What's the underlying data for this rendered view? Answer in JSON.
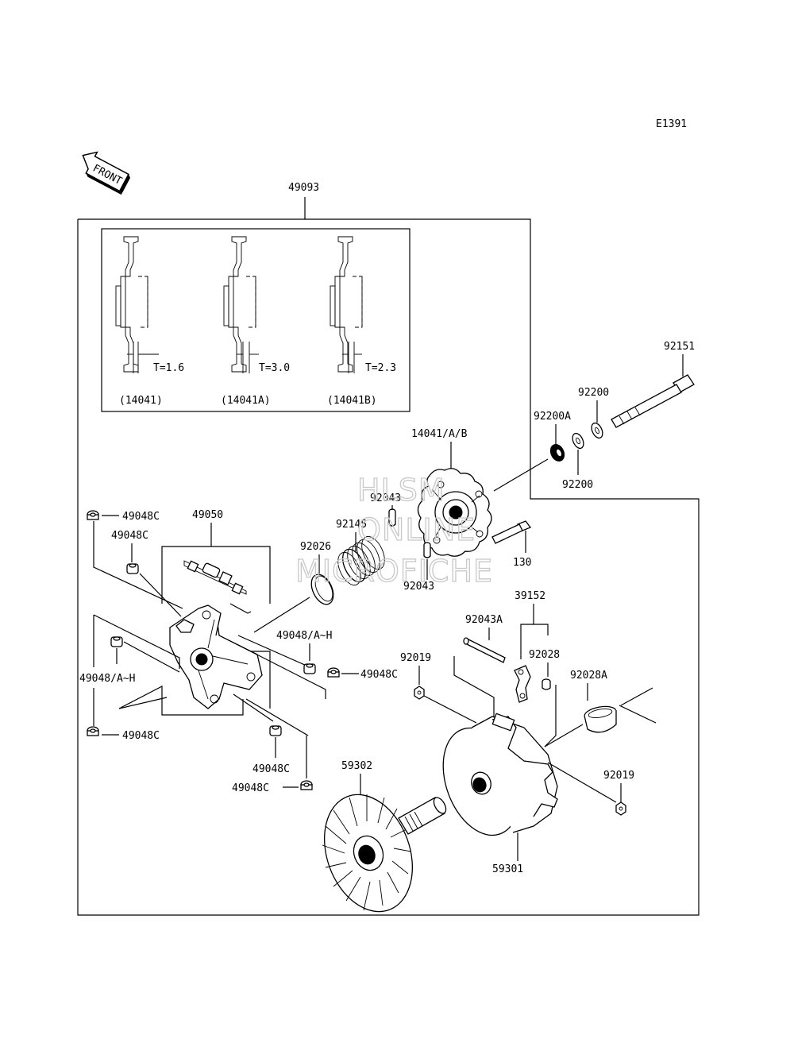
{
  "diagram_code": "E1391",
  "front_label": "FRONT",
  "watermark": [
    "HLSM",
    "ONLINE",
    "MICROFICHE"
  ],
  "shim_inset": {
    "shims": [
      {
        "thickness": "T=1.6",
        "part": "(14041)"
      },
      {
        "thickness": "T=3.0",
        "part": "(14041A)"
      },
      {
        "thickness": "T=2.3",
        "part": "(14041B)"
      }
    ]
  },
  "labels": {
    "assembly": "49093",
    "spider_cover": "14041/A/B",
    "bolt": "92151",
    "washer_top": "92200",
    "washer_bottom": "92200",
    "washer_a": "92200A",
    "pin_upper": "92043",
    "pin_lower": "92043",
    "spring": "92145",
    "ring": "92026",
    "screw": "130",
    "spider": "49050",
    "nut_tl": "49048C",
    "nut_tl2": "49048C",
    "weight_left": "49048/A~H",
    "weight_right": "49048/A~H",
    "nut_r": "49048C",
    "nut_bl": "49048C",
    "nut_b1": "49048C",
    "nut_b2": "49048C",
    "arm": "39152",
    "pin_a": "92043A",
    "nut_92019_a": "92019",
    "collar": "92028",
    "bushing": "92028A",
    "nut_92019_b": "92019",
    "fixed_sheave": "59302",
    "movable_sheave": "59301"
  }
}
